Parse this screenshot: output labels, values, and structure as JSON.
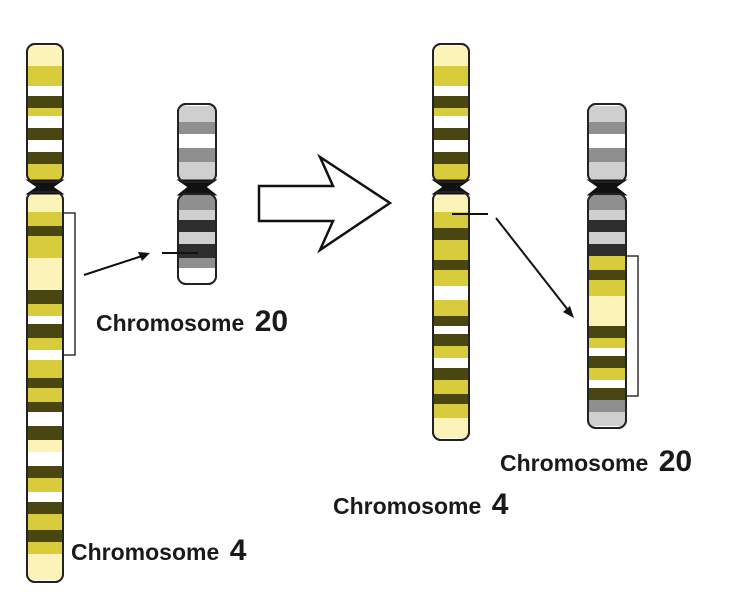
{
  "colors": {
    "yellow_band": "#d8cc3c",
    "light_yellow_band": "#fbf3b8",
    "dark_yellow_band": "#4a4612",
    "white_band": "#ffffff",
    "gray_band": "#8f8f8f",
    "light_gray_band": "#cfcfcf",
    "dark_gray_band": "#2e2e2e",
    "outline": "#222222"
  },
  "labels": {
    "left_chromosome_4": {
      "word": "Chromosome",
      "number": "4"
    },
    "left_chromosome_20": {
      "word": "Chromosome",
      "number": "20"
    },
    "right_chromosome_4": {
      "word": "Chromosome",
      "number": "4"
    },
    "right_chromosome_20": {
      "word": "Chromosome",
      "number": "20"
    }
  }
}
